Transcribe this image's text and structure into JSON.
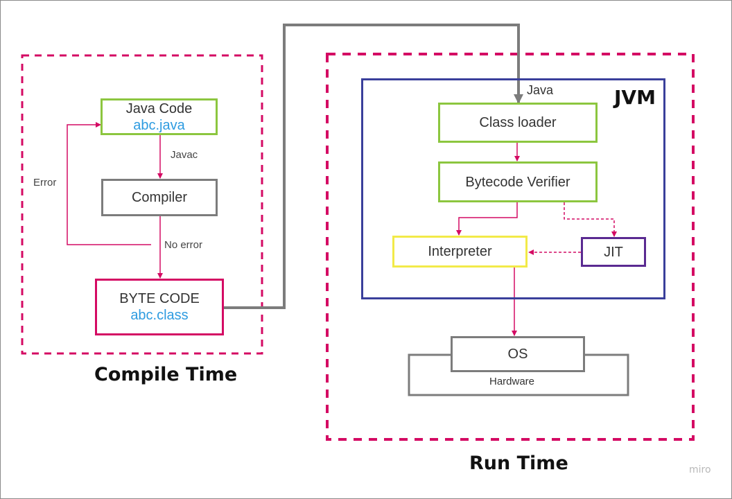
{
  "compile_time": {
    "title": "Compile Time",
    "java_code": {
      "title": "Java Code",
      "file": "abc.java"
    },
    "compiler": "Compiler",
    "byte_code": {
      "title": "BYTE CODE",
      "file": "abc.class"
    },
    "javac_label": "Javac",
    "error_label": "Error",
    "no_error_label": "No error"
  },
  "run_time": {
    "title": "Run Time",
    "jvm": {
      "java_label": "Java",
      "title": "JVM",
      "class_loader": "Class loader",
      "bytecode_verifier": "Bytecode Verifier",
      "interpreter": "Interpreter",
      "jit": "JIT"
    },
    "os": "OS",
    "hardware": "Hardware"
  },
  "watermark": "miro",
  "colors": {
    "dashed_region": "#d40a63",
    "arrow": "#d40a63",
    "connector": "#7c7c7c",
    "jvm_border": "#3a3f9b",
    "file_text": "#2d9be0"
  }
}
